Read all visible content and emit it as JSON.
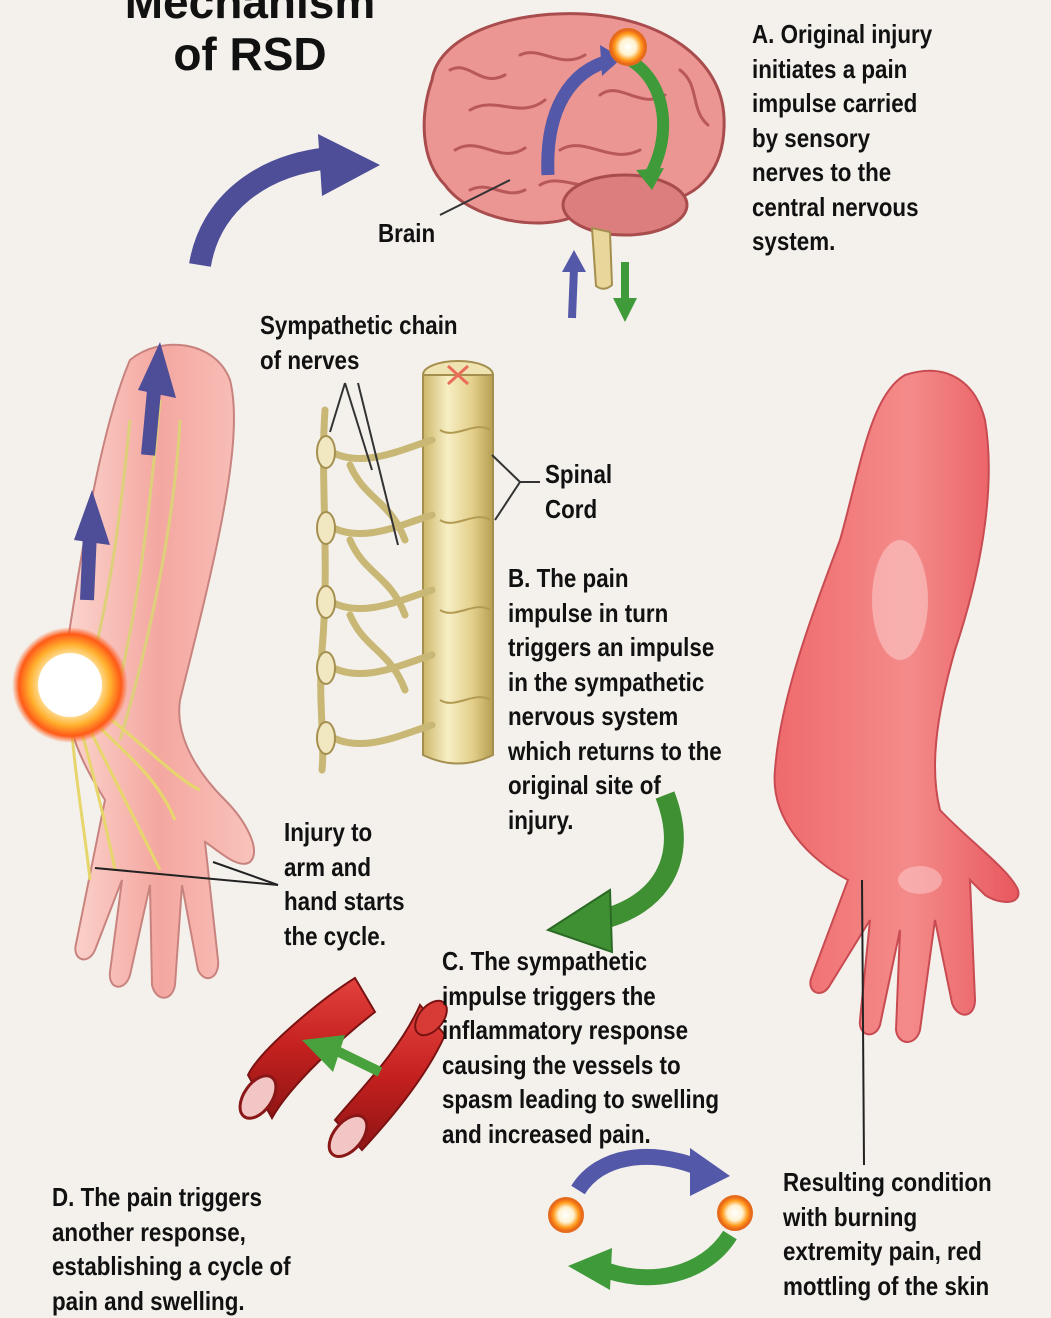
{
  "title": "Mechanism\nof RSD",
  "labels": {
    "brain": "Brain",
    "sympathetic_chain": "Sympathetic chain\nof nerves",
    "spinal_cord": "Spinal\nCord",
    "injury": "Injury to\narm and\nhand starts\nthe cycle.",
    "resulting": "Resulting condition\nwith burning\nextremity pain, red\nmottling of the skin"
  },
  "steps": {
    "a": "A. Original injury\ninitiates a pain\nimpulse carried\nby sensory\nnerves to the\ncentral nervous\nsystem.",
    "b": "B.  The pain\nimpulse in turn\ntriggers an impulse\nin the sympathetic\nnervous system\nwhich returns to the\noriginal site of\ninjury.",
    "c": "C.  The sympathetic\nimpulse triggers the\ninflammatory response\ncausing the vessels to\nspasm leading to swelling\nand increased pain.",
    "d": "D.  The pain triggers\nanother response,\nestablishing a cycle of\npain and swelling."
  },
  "colors": {
    "ink": "#111111",
    "skin": "#f3a39e",
    "brain": "#e98f8c",
    "nerve": "#e8dcb0",
    "vessel": "#c62524",
    "arrow_purple": "#4c4c9c",
    "arrow_green": "#3b8f33",
    "pain_glow": "#ff9d1e"
  }
}
